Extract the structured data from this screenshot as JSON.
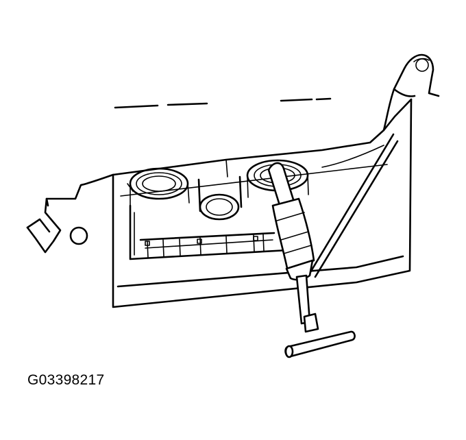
{
  "figure": {
    "id_label": "G03398217",
    "line_color": "#000000",
    "background_color": "#ffffff",
    "icons": [
      "cylinder-head-drawing",
      "tool-handle-drawing"
    ]
  }
}
